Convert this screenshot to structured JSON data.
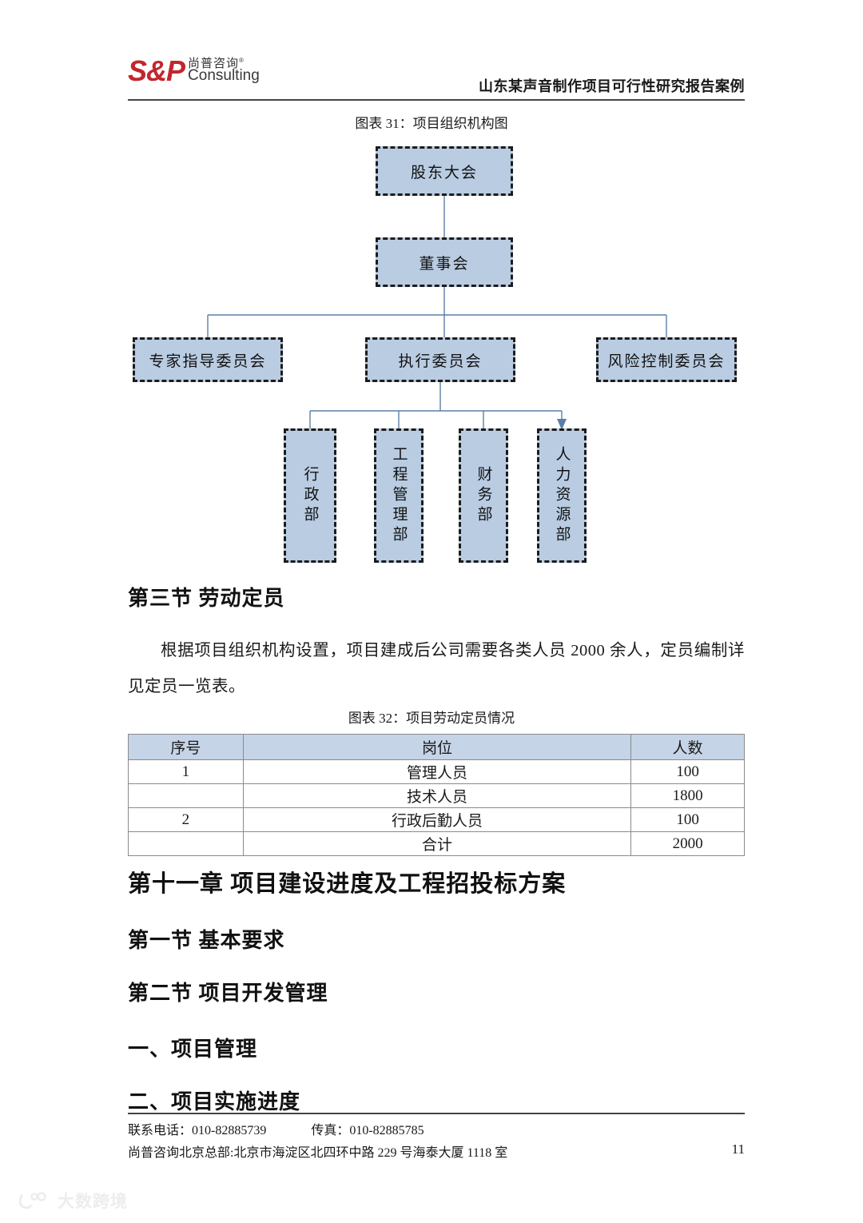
{
  "header": {
    "logo_mark": "S&P",
    "logo_cn": "尚普咨询",
    "logo_registered": "®",
    "logo_en": "Consulting",
    "document_title": "山东某声音制作项目可行性研究报告案例"
  },
  "figure31": {
    "caption": "图表 31：项目组织机构图",
    "nodes": {
      "shareholders": "股东大会",
      "board": "董事会",
      "expert_committee": "专家指导委员会",
      "executive_committee": "执行委员会",
      "risk_committee": "风险控制委员会",
      "admin_dept": "行政部",
      "engineering_dept": "工程管理部",
      "finance_dept": "财务部",
      "hr_dept": "人力资源部"
    },
    "box_fill": "#b9cce2",
    "box_border": "#1c1c1c",
    "connector_color": "#5a7fa6"
  },
  "sections": {
    "labor_heading": "第三节  劳动定员",
    "labor_paragraph": "根据项目组织机构设置，项目建成后公司需要各类人员 2000 余人，定员编制详见定员一览表。",
    "chapter11_heading": "第十一章  项目建设进度及工程招投标方案",
    "section1_heading": "第一节  基本要求",
    "section2_heading": "第二节  项目开发管理",
    "item1_heading": "一、项目管理",
    "item2_heading": "二、项目实施进度"
  },
  "figure32": {
    "caption": "图表 32：项目劳动定员情况",
    "header_fill": "#c5d4e7",
    "columns": [
      "序号",
      "岗位",
      "人数"
    ],
    "rows": [
      {
        "no": "1",
        "post": "管理人员",
        "count": "100"
      },
      {
        "no": "",
        "post": "技术人员",
        "count": "1800"
      },
      {
        "no": "2",
        "post": "行政后勤人员",
        "count": "100"
      },
      {
        "no": "",
        "post": "合计",
        "count": "2000"
      }
    ]
  },
  "footer": {
    "phone_label": "联系电话：010-82885739",
    "fax_label": "传真：010-82885785",
    "address": "尚普咨询北京总部:北京市海淀区北四环中路 229 号海泰大厦 1118 室",
    "page_number": "11"
  },
  "watermark": {
    "text": "大数跨境",
    "color": "#ededed"
  }
}
